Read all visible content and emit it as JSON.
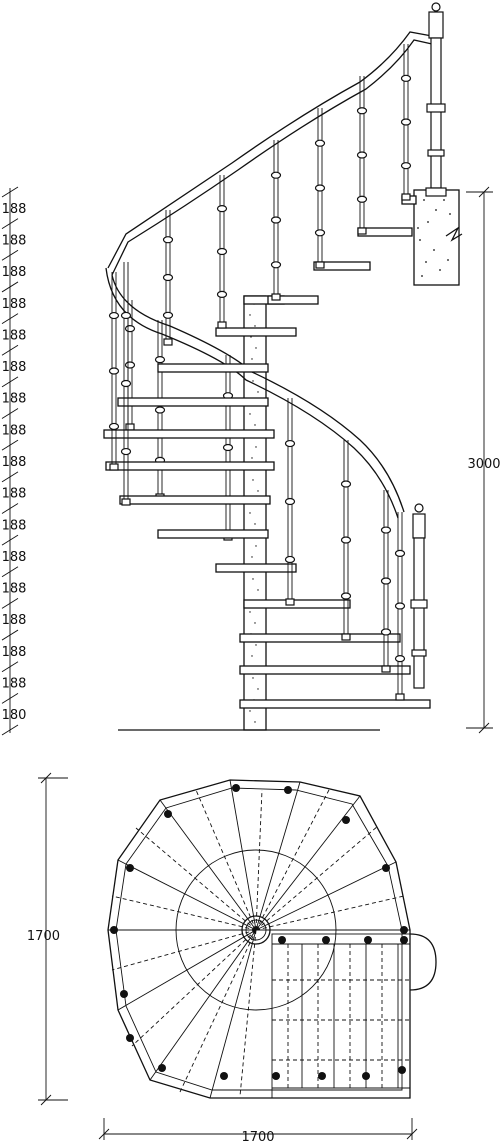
{
  "elevation": {
    "riser_labels": [
      "188",
      "188",
      "188",
      "188",
      "188",
      "188",
      "188",
      "188",
      "188",
      "188",
      "188",
      "188",
      "188",
      "188",
      "188",
      "188",
      "180"
    ],
    "height_label": "3000"
  },
  "plan": {
    "depth_label": "1700",
    "width_label": "1700"
  }
}
